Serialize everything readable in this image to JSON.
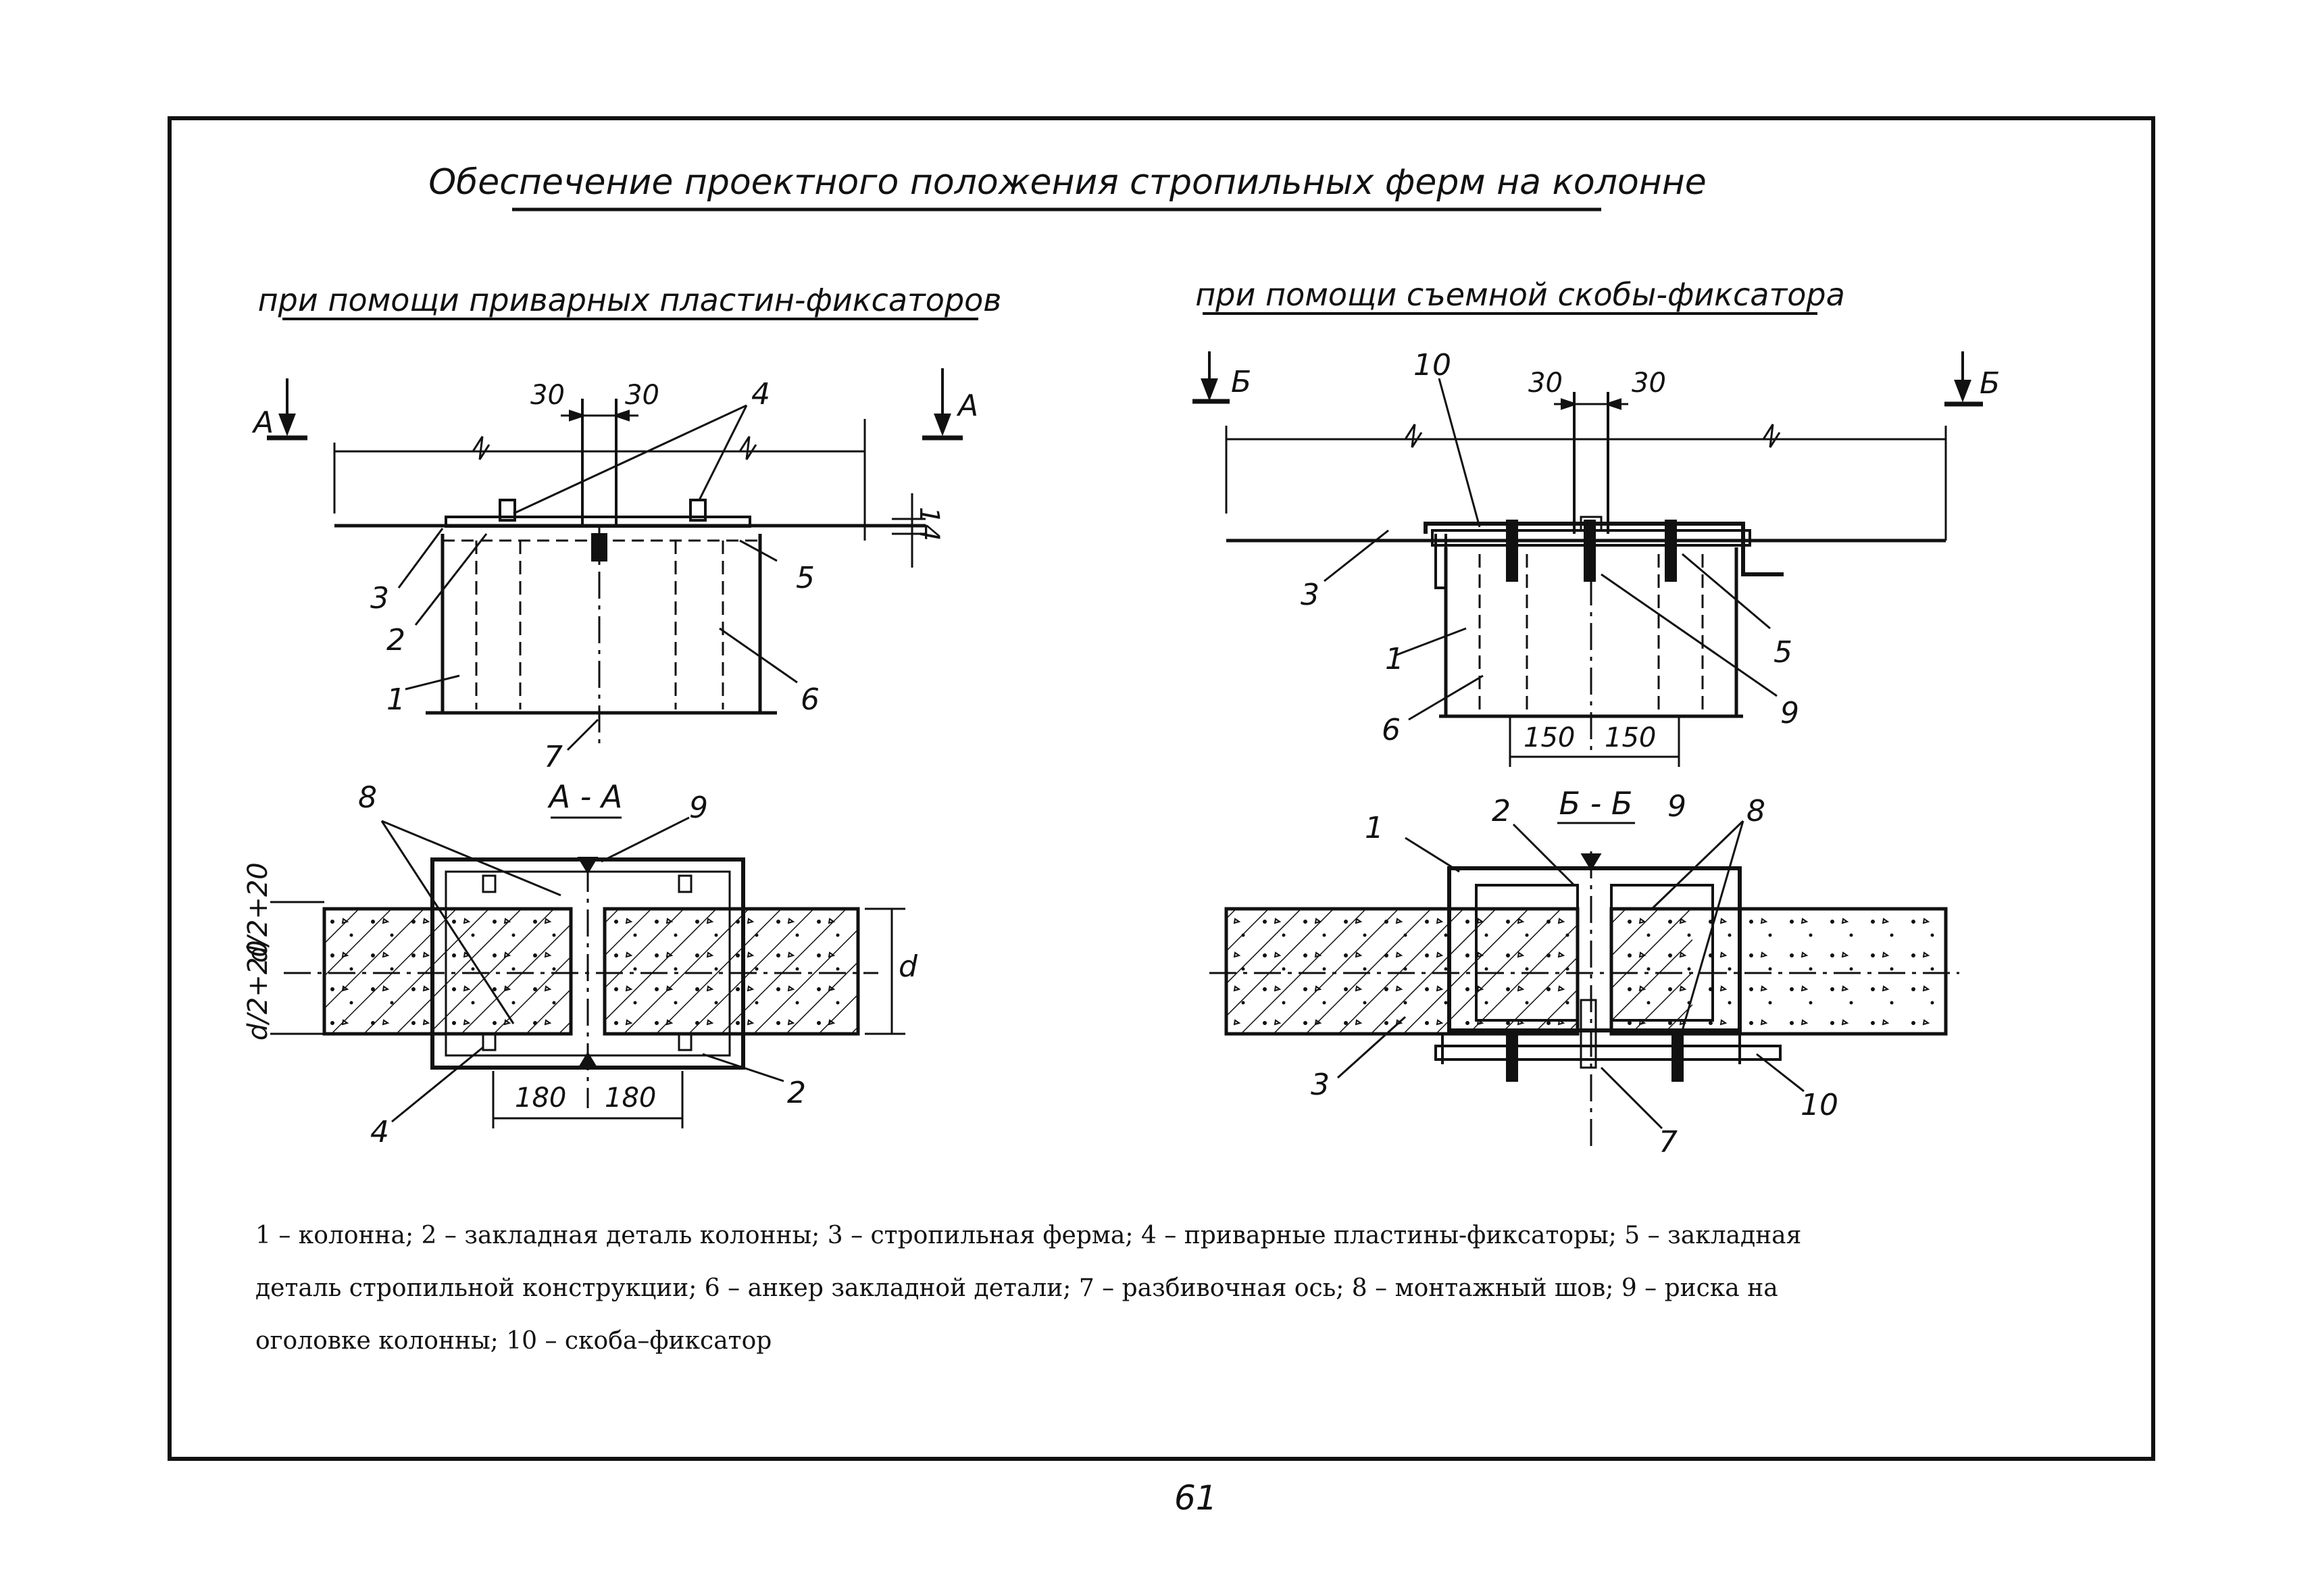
{
  "title": "Обеспечение проектного положения стропильных ферм на колонне",
  "left_subtitle": "при помощи приварных пластин-фиксаторов",
  "right_subtitle": "при помощи съемной скобы-фиксатора",
  "left_elevation": {
    "section_mark": "А",
    "dim_left": "30",
    "dim_right": "30",
    "dim_height": "14",
    "labels": [
      "4",
      "3",
      "2",
      "1",
      "5",
      "6",
      "7"
    ]
  },
  "left_section": {
    "title": "А - А",
    "labels": [
      "8",
      "9",
      "4",
      "2"
    ],
    "dim_left": "180",
    "dim_right": "180",
    "dim_depth": "d",
    "dim_upper": "d/2+20",
    "dim_lower": "d/2+20"
  },
  "right_elevation": {
    "section_mark": "Б",
    "dim_left": "30",
    "dim_right": "30",
    "dim_bottom_left": "150",
    "dim_bottom_right": "150",
    "labels": [
      "10",
      "3",
      "1",
      "6",
      "5",
      "9"
    ]
  },
  "right_section": {
    "title": "Б - Б",
    "labels": [
      "1",
      "2",
      "9",
      "8",
      "3",
      "7",
      "10"
    ]
  },
  "legend": {
    "line1": "1 – колонна; 2 – закладная деталь колонны; 3 – стропильная ферма; 4 – приварные пластины-фиксаторы; 5 – закладная",
    "line2": "деталь стропильной конструкции; 6 – анкер закладной детали; 7 – разбивочная ось; 8 – монтажный шов; 9 – риска на",
    "line3": "оголовке колонны; 10 – скоба–фиксатор"
  },
  "page_number": "61"
}
